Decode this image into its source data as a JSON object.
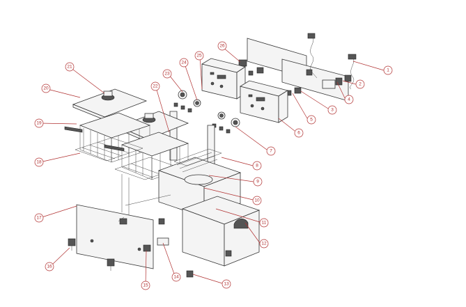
{
  "diagram": {
    "type": "exploded-parts-drawing",
    "callouts": [
      {
        "id": "c1",
        "label": "1"
      },
      {
        "id": "c2",
        "label": "2"
      },
      {
        "id": "c3",
        "label": "3"
      },
      {
        "id": "c4",
        "label": "4"
      },
      {
        "id": "c5",
        "label": "5"
      },
      {
        "id": "c6",
        "label": "6"
      },
      {
        "id": "c7",
        "label": "7"
      },
      {
        "id": "c8",
        "label": "8"
      },
      {
        "id": "c9",
        "label": "9"
      },
      {
        "id": "c10",
        "label": "10"
      },
      {
        "id": "c11",
        "label": "11"
      },
      {
        "id": "c12",
        "label": "12"
      },
      {
        "id": "c13",
        "label": "13"
      },
      {
        "id": "c14",
        "label": "14"
      },
      {
        "id": "c15",
        "label": "15"
      },
      {
        "id": "c16",
        "label": "16"
      },
      {
        "id": "c17",
        "label": "17"
      },
      {
        "id": "c18",
        "label": "18"
      },
      {
        "id": "c19",
        "label": "19"
      },
      {
        "id": "c20",
        "label": "20"
      },
      {
        "id": "c21",
        "label": "21"
      },
      {
        "id": "c22",
        "label": "22"
      },
      {
        "id": "c23",
        "label": "23"
      },
      {
        "id": "c24",
        "label": "24"
      },
      {
        "id": "c25",
        "label": "25"
      },
      {
        "id": "c26",
        "label": "26"
      }
    ],
    "colors": {
      "callout": "#b03030",
      "line": "#333333",
      "background": "#ffffff"
    }
  }
}
